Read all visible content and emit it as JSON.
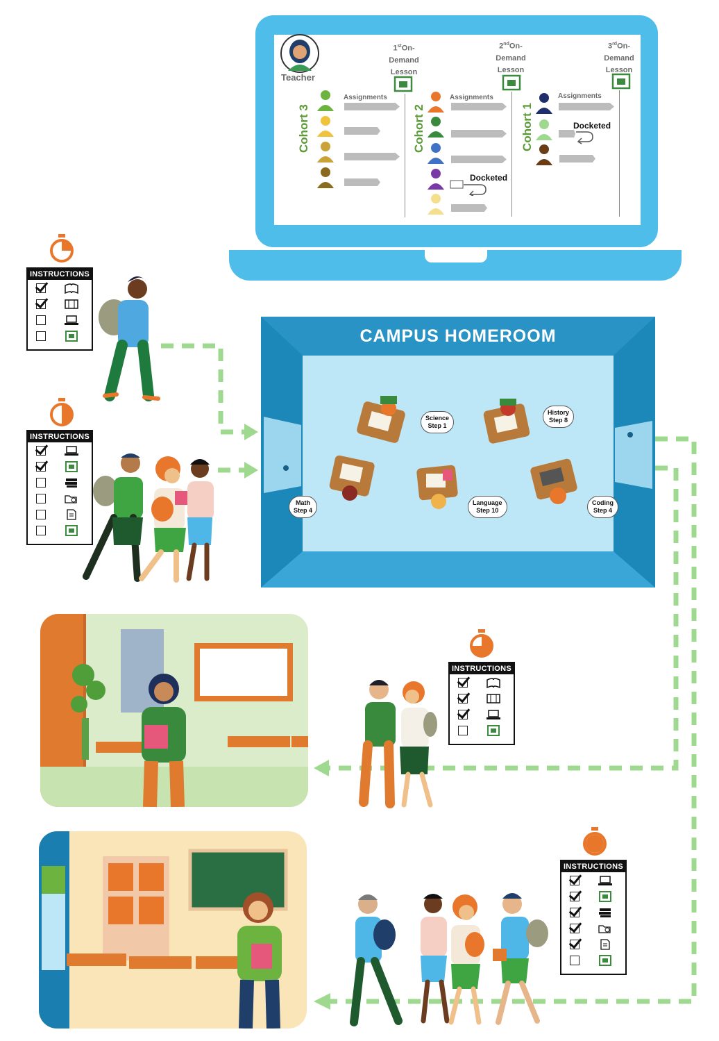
{
  "laptop": {
    "teacher_label": "Teacher",
    "lessons": [
      {
        "ordinal": "1",
        "suffix": "st",
        "label": "On-\nDemand\nLesson"
      },
      {
        "ordinal": "2",
        "suffix": "nd",
        "label": "On-\nDemand\nLesson"
      },
      {
        "ordinal": "3",
        "suffix": "rd",
        "label": "On-\nDemand\nLesson"
      }
    ],
    "cohorts": [
      {
        "name": "Cohort 3",
        "assignments_label": "Assignments"
      },
      {
        "name": "Cohort 2",
        "assignments_label": "Assignments",
        "docketed": "Docketed"
      },
      {
        "name": "Cohort 1",
        "assignments_label": "Assignments",
        "docketed": "Docketed"
      }
    ]
  },
  "instruction_cards": [
    {
      "title": "INSTRUCTIONS",
      "checks": [
        true,
        true,
        false,
        false
      ],
      "icons": [
        "book-icon",
        "film-icon",
        "laptop-icon",
        "cube-icon"
      ]
    },
    {
      "title": "INSTRUCTIONS",
      "checks": [
        true,
        true,
        false,
        false,
        false,
        false
      ],
      "icons": [
        "laptop-icon",
        "cube-icon",
        "books-icon",
        "folder-search-icon",
        "document-icon",
        "cube-icon"
      ]
    },
    {
      "title": "INSTRUCTIONS",
      "checks": [
        true,
        true,
        true,
        false
      ],
      "icons": [
        "book-icon",
        "film-icon",
        "laptop-icon",
        "cube-icon"
      ]
    },
    {
      "title": "INSTRUCTIONS",
      "checks": [
        true,
        true,
        true,
        true,
        true,
        false
      ],
      "icons": [
        "laptop-icon",
        "cube-icon",
        "books-icon",
        "folder-search-icon",
        "document-icon",
        "cube-icon"
      ]
    }
  ],
  "homeroom": {
    "title": "CAMPUS HOMEROOM",
    "clouds": [
      {
        "line1": "Science",
        "line2": "Step 1"
      },
      {
        "line1": "History",
        "line2": "Step 8"
      },
      {
        "line1": "Math",
        "line2": "Step 4"
      },
      {
        "line1": "Language",
        "line2": "Step 10"
      },
      {
        "line1": "Coding",
        "line2": "Step 4"
      }
    ]
  },
  "colors": {
    "laptop": "#4fbde9",
    "homeroom": "#1a7fb0",
    "floor": "#bde6f6",
    "cohort_text": "#5a9a37",
    "timer": "#e8762b",
    "dashed_path": "#9ed98f"
  }
}
